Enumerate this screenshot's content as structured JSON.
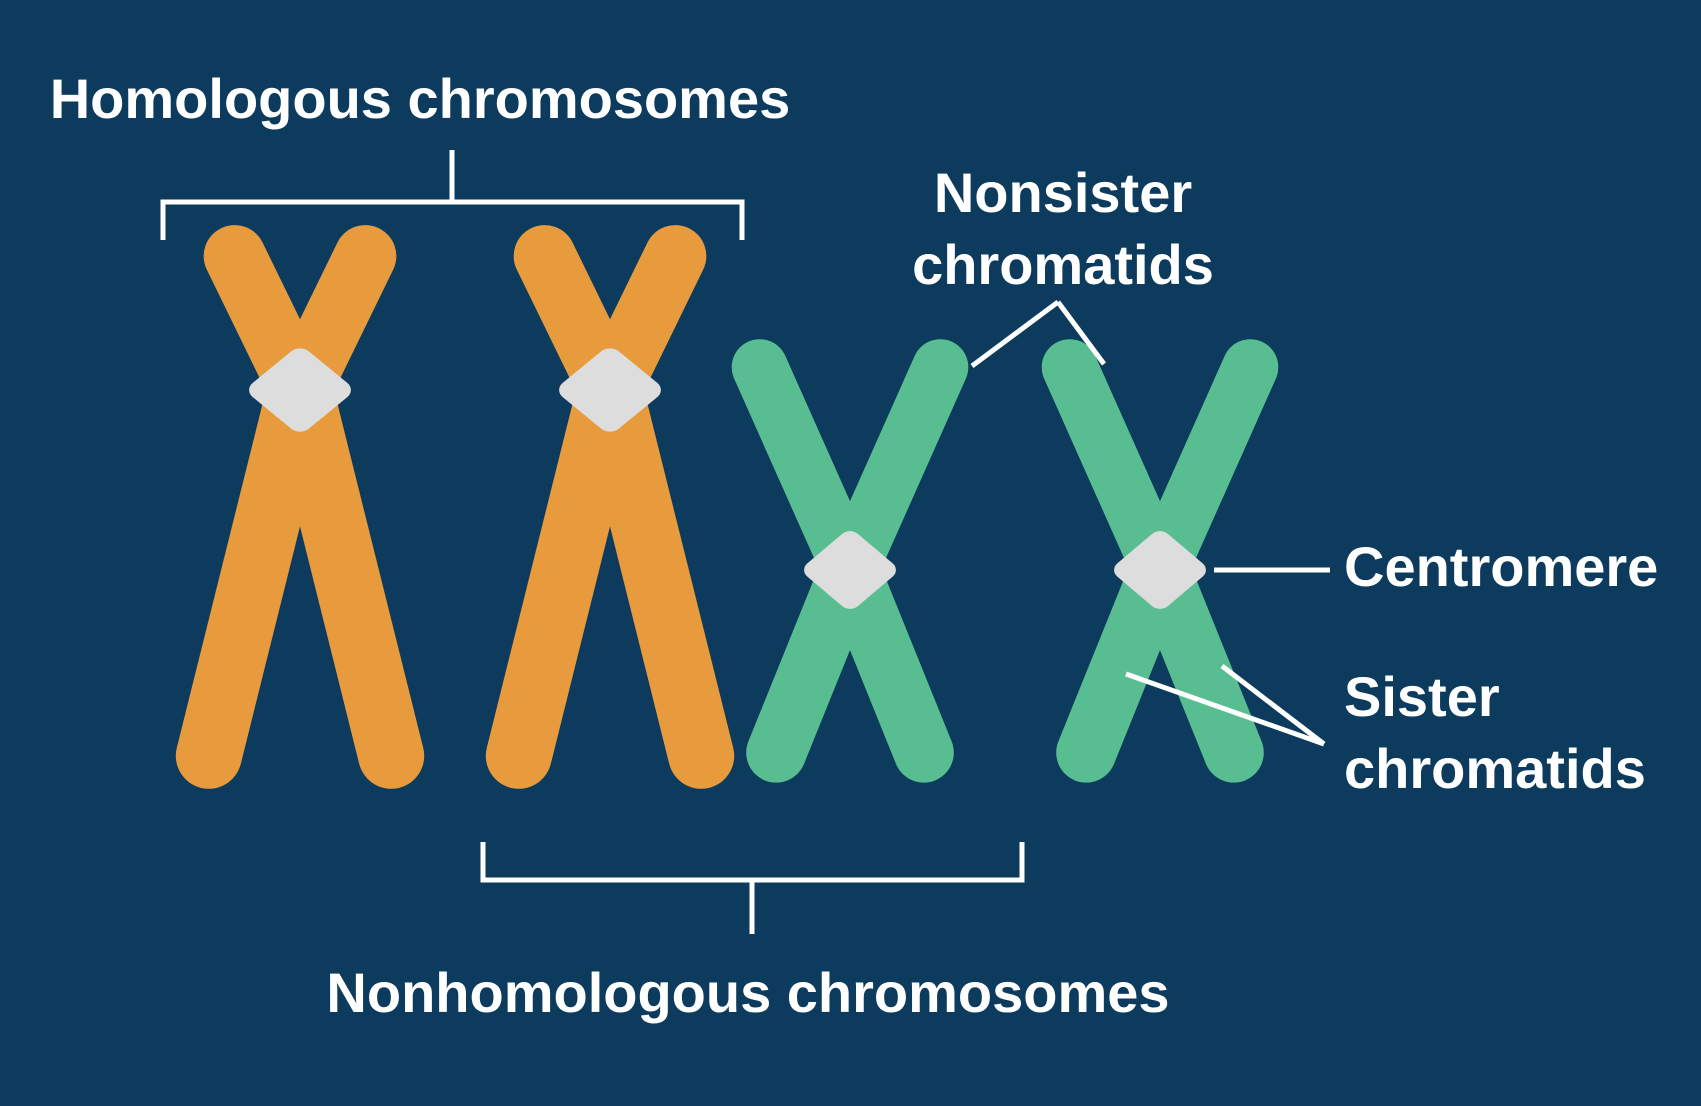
{
  "colors": {
    "background": "#0D3B5E",
    "chromosome_orange": "#E89B3C",
    "chromosome_green": "#58BE91",
    "centromere_gray": "#DDDDDD",
    "line_and_text": "#FFFFFF"
  },
  "labels": {
    "homologous": "Homologous chromosomes",
    "nonsister": {
      "line1": "Nonsister",
      "line2": "chromatids"
    },
    "centromere": "Centromere",
    "sister": {
      "line1": "Sister",
      "line2": "chromatids"
    },
    "nonhomologous": "Nonhomologous chromosomes"
  }
}
